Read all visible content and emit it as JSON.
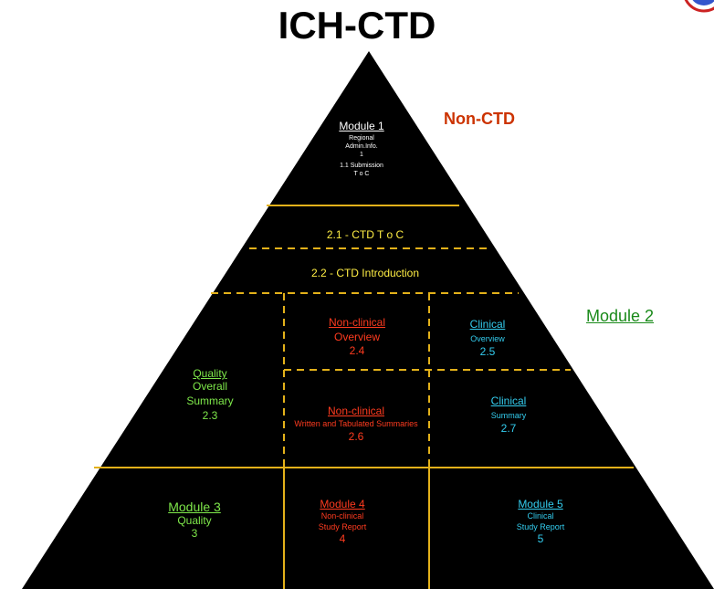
{
  "title": "ICH-CTD",
  "colors": {
    "pyramid": "#000000",
    "dividers": "#e3b11a",
    "module1": "#ffffff",
    "toc": "#ffee44",
    "nonclinical": "#ff3b1f",
    "clinical": "#33ccee",
    "quality": "#7ee84a",
    "noncTd": "#cc3300",
    "module2": "#1a8a1a"
  },
  "labels": {
    "non_ctd": "Non-CTD",
    "module2": "Module 2"
  },
  "module1": {
    "title": "Module 1",
    "line1": "Regional",
    "line2": "Admin.Info.",
    "line3": "1",
    "line4": "1.1 Submission",
    "line5": "T o C"
  },
  "toc": {
    "ctd_toc": "2.1 - CTD T o C",
    "ctd_intro": "2.2 - CTD Introduction"
  },
  "quality_summary": {
    "title": "Quality",
    "line1": "Overall",
    "line2": "Summary",
    "line3": "2.3"
  },
  "nonclinical_overview": {
    "title": "Non-clinical",
    "line1": "Overview",
    "line2": "2.4"
  },
  "clinical_overview": {
    "title": "Clinical",
    "line1": "Overview",
    "line2": "2.5"
  },
  "nonclinical_summaries": {
    "title": "Non-clinical",
    "line1": "Written and Tabulated Summaries",
    "line2": "2.6"
  },
  "clinical_summary": {
    "title": "Clinical",
    "line1": "Summary",
    "line2": "2.7"
  },
  "module3": {
    "title": "Module 3",
    "line1": "Quality",
    "line2": "3"
  },
  "module4": {
    "title": "Module 4",
    "line1": "Non-clinical",
    "line2": "Study Report",
    "line3": "4"
  },
  "module5": {
    "title": "Module 5",
    "line1": "Clinical",
    "line2": "Study Report",
    "line3": "5"
  }
}
